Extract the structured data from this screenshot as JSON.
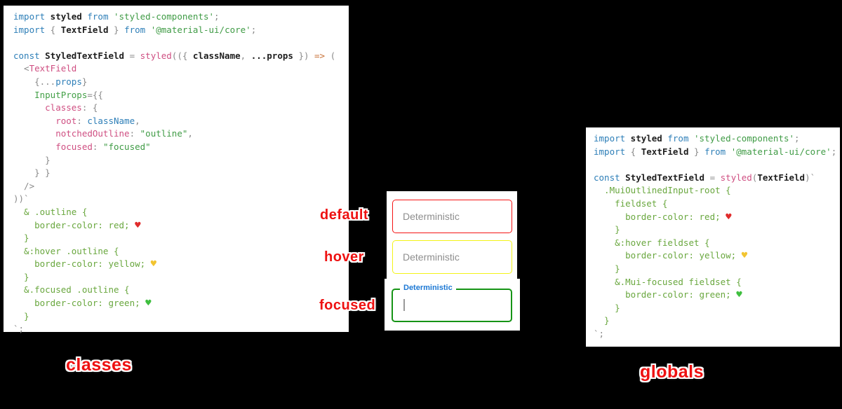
{
  "colors": {
    "background": "#000000",
    "panel": "#ffffff",
    "keyword_blue": "#2e7fb8",
    "identifier_black": "#1d1d1d",
    "string_green": "#3f9b45",
    "css_green": "#69a73e",
    "prop_green": "#43a047",
    "attr_pink": "#cf4f82",
    "punctuation_gray": "#8a8a8a",
    "arrow_orange": "#c87137",
    "heart_red": "#e02b2b",
    "heart_yellow": "#f2c431",
    "heart_green": "#3fbf3f",
    "field_border_default": "#f51515",
    "field_border_hover": "#f4f416",
    "field_border_focused": "#169416",
    "field_placeholder_gray": "#8e8e8e",
    "field_focused_label_blue": "#1c78d4",
    "annotation_red": "#ee1111"
  },
  "left_code": {
    "lines": [
      [
        {
          "c": "kw",
          "t": "import"
        },
        {
          "c": "id",
          "t": " styled"
        },
        {
          "c": "kw",
          "t": " from"
        },
        {
          "c": "str",
          "t": " 'styled-components'"
        },
        {
          "c": "pun",
          "t": ";"
        }
      ],
      [
        {
          "c": "kw",
          "t": "import"
        },
        {
          "c": "pun",
          "t": " {"
        },
        {
          "c": "id",
          "t": " TextField"
        },
        {
          "c": "pun",
          "t": " }"
        },
        {
          "c": "kw",
          "t": " from"
        },
        {
          "c": "str",
          "t": " '@material-ui/core'"
        },
        {
          "c": "pun",
          "t": ";"
        }
      ],
      [],
      [
        {
          "c": "kw",
          "t": "const"
        },
        {
          "c": "id",
          "t": " StyledTextField"
        },
        {
          "c": "pun",
          "t": " = "
        },
        {
          "c": "pink",
          "t": "styled"
        },
        {
          "c": "pun",
          "t": "(({ "
        },
        {
          "c": "id",
          "t": "className"
        },
        {
          "c": "pun",
          "t": ", "
        },
        {
          "c": "id",
          "t": "...props"
        },
        {
          "c": "pun",
          "t": " }) "
        },
        {
          "c": "arr",
          "t": "=>"
        },
        {
          "c": "pun",
          "t": " ("
        }
      ],
      [
        {
          "c": "pun",
          "t": "  <"
        },
        {
          "c": "pink",
          "t": "TextField"
        }
      ],
      [
        {
          "c": "pun",
          "t": "    {..."
        },
        {
          "c": "kw",
          "t": "props"
        },
        {
          "c": "pun",
          "t": "}"
        }
      ],
      [
        {
          "c": "grn",
          "t": "    InputProps"
        },
        {
          "c": "pun",
          "t": "={{"
        }
      ],
      [
        {
          "c": "pink",
          "t": "      classes"
        },
        {
          "c": "pun",
          "t": ": {"
        }
      ],
      [
        {
          "c": "pink",
          "t": "        root"
        },
        {
          "c": "pun",
          "t": ": "
        },
        {
          "c": "kw",
          "t": "className"
        },
        {
          "c": "pun",
          "t": ","
        }
      ],
      [
        {
          "c": "pink",
          "t": "        notchedOutline"
        },
        {
          "c": "pun",
          "t": ": "
        },
        {
          "c": "str",
          "t": "\"outline\""
        },
        {
          "c": "pun",
          "t": ","
        }
      ],
      [
        {
          "c": "pink",
          "t": "        focused"
        },
        {
          "c": "pun",
          "t": ": "
        },
        {
          "c": "str",
          "t": "\"focused\""
        }
      ],
      [
        {
          "c": "pun",
          "t": "      }"
        }
      ],
      [
        {
          "c": "pun",
          "t": "    } }"
        }
      ],
      [
        {
          "c": "pun",
          "t": "  />"
        }
      ],
      [
        {
          "c": "pun",
          "t": "))`"
        }
      ],
      [
        {
          "c": "css",
          "t": "  & .outline {"
        }
      ],
      [
        {
          "c": "css",
          "t": "    border-color: red; "
        },
        {
          "c": "hr",
          "t": "♥"
        }
      ],
      [
        {
          "c": "css",
          "t": "  }"
        }
      ],
      [
        {
          "c": "css",
          "t": "  &:hover .outline {"
        }
      ],
      [
        {
          "c": "css",
          "t": "    border-color: yellow; "
        },
        {
          "c": "hy",
          "t": "♥"
        }
      ],
      [
        {
          "c": "css",
          "t": "  }"
        }
      ],
      [
        {
          "c": "css",
          "t": "  &.focused .outline {"
        }
      ],
      [
        {
          "c": "css",
          "t": "    border-color: green; "
        },
        {
          "c": "hg",
          "t": "♥"
        }
      ],
      [
        {
          "c": "css",
          "t": "  }"
        }
      ],
      [
        {
          "c": "pun",
          "t": "`;"
        }
      ]
    ]
  },
  "right_code": {
    "lines": [
      [
        {
          "c": "kw",
          "t": "import"
        },
        {
          "c": "id",
          "t": " styled"
        },
        {
          "c": "kw",
          "t": " from"
        },
        {
          "c": "str",
          "t": " 'styled-components'"
        },
        {
          "c": "pun",
          "t": ";"
        }
      ],
      [
        {
          "c": "kw",
          "t": "import"
        },
        {
          "c": "pun",
          "t": " {"
        },
        {
          "c": "id",
          "t": " TextField"
        },
        {
          "c": "pun",
          "t": " }"
        },
        {
          "c": "kw",
          "t": " from"
        },
        {
          "c": "str",
          "t": " '@material-ui/core'"
        },
        {
          "c": "pun",
          "t": ";"
        }
      ],
      [],
      [
        {
          "c": "kw",
          "t": "const"
        },
        {
          "c": "id",
          "t": " StyledTextField"
        },
        {
          "c": "pun",
          "t": " = "
        },
        {
          "c": "pink",
          "t": "styled"
        },
        {
          "c": "pun",
          "t": "("
        },
        {
          "c": "id",
          "t": "TextField"
        },
        {
          "c": "pun",
          "t": ")`"
        }
      ],
      [
        {
          "c": "css",
          "t": "  .MuiOutlinedInput-root {"
        }
      ],
      [
        {
          "c": "css",
          "t": "    fieldset {"
        }
      ],
      [
        {
          "c": "css",
          "t": "      border-color: red; "
        },
        {
          "c": "hr",
          "t": "♥"
        }
      ],
      [
        {
          "c": "css",
          "t": "    }"
        }
      ],
      [
        {
          "c": "css",
          "t": "    &:hover fieldset {"
        }
      ],
      [
        {
          "c": "css",
          "t": "      border-color: yellow; "
        },
        {
          "c": "hy",
          "t": "♥"
        }
      ],
      [
        {
          "c": "css",
          "t": "    }"
        }
      ],
      [
        {
          "c": "css",
          "t": "    &.Mui-focused fieldset {"
        }
      ],
      [
        {
          "c": "css",
          "t": "      border-color: green; "
        },
        {
          "c": "hg",
          "t": "♥"
        }
      ],
      [
        {
          "c": "css",
          "t": "    }"
        }
      ],
      [
        {
          "c": "css",
          "t": "  }"
        }
      ],
      [
        {
          "c": "pun",
          "t": "`;"
        }
      ]
    ]
  },
  "textfields": {
    "default": {
      "label": "Deterministic",
      "state_label": "default"
    },
    "hover": {
      "label": "Deterministic",
      "state_label": "hover"
    },
    "focused": {
      "label": "Deterministic",
      "state_label": "focused"
    }
  },
  "captions": {
    "left": "classes",
    "right": "globals"
  }
}
